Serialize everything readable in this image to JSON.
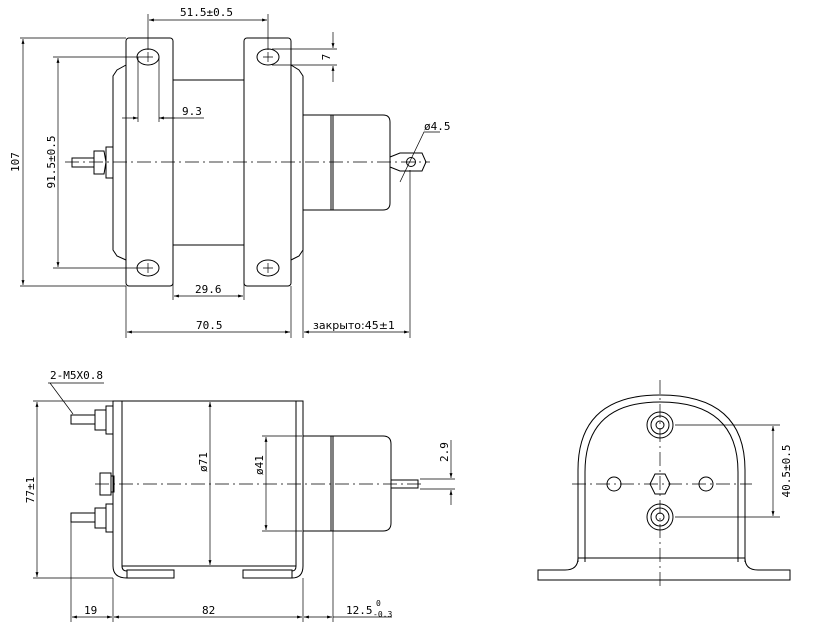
{
  "drawing": {
    "top_view": {
      "dim_hole_spacing_h": "51.5±0.5",
      "dim_overall_height": "107",
      "dim_hole_spacing_v": "91.5±0.5",
      "dim_slot": "9.3",
      "dim_slot_height": "7",
      "dim_rod_hole": "ø4.5",
      "dim_body_gap": "29.6",
      "dim_body_length": "70.5",
      "dim_stroke": "закрыто:45±1"
    },
    "side_view": {
      "thread_callout": "2-M5X0.8",
      "dim_height": "77±1",
      "dim_body_dia": "ø71",
      "dim_plunger_dia": "ø41",
      "dim_rod": "2.9",
      "dim_terminal": "19",
      "dim_length": "82",
      "dim_extension": "12.5",
      "tol_upper": "0",
      "tol_lower": "-0.3"
    },
    "end_view": {
      "dim_terminal_spacing": "40.5±0.5"
    }
  }
}
